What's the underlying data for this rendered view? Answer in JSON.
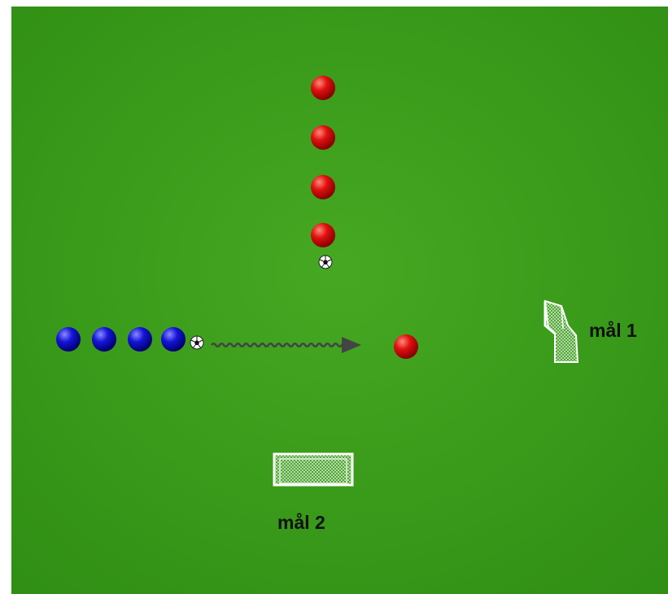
{
  "colors": {
    "pitch": "#2f8e14",
    "pitch_light": "#46a822",
    "team_red": "#e01010",
    "team_blue": "#1414d8",
    "arrow": "#444444",
    "goal_net": "#ffffff"
  },
  "diagram": {
    "red_column_count": 4,
    "blue_row_count": 4,
    "ball_count": 2,
    "single_red_count": 1
  },
  "icons": [
    "player-disc-icon",
    "soccer-ball-icon",
    "goal-icon",
    "dribble-arrow-icon"
  ],
  "goals": {
    "goal_1_label": "mål 1",
    "goal_2_label": "mål 2"
  }
}
